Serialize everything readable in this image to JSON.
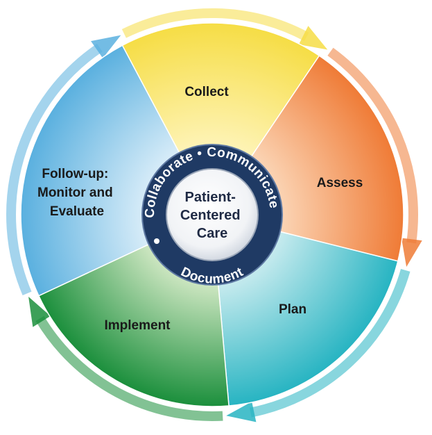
{
  "segments": [
    {
      "id": "collect",
      "label_lines": [
        "Collect"
      ],
      "color_inner": "#fff7c8",
      "color_outer": "#f6dd45"
    },
    {
      "id": "assess",
      "label_lines": [
        "Assess"
      ],
      "color_inner": "#fde2c8",
      "color_outer": "#ef7b36"
    },
    {
      "id": "plan",
      "label_lines": [
        "Plan"
      ],
      "color_inner": "#dff3f5",
      "color_outer": "#27b4c2"
    },
    {
      "id": "implement",
      "label_lines": [
        "Implement"
      ],
      "color_inner": "#e9f4d6",
      "color_outer": "#1b8f3c"
    },
    {
      "id": "follow-up",
      "label_lines": [
        "Follow-up:",
        "Monitor and",
        "Evaluate"
      ],
      "color_inner": "#eaf5fc",
      "color_outer": "#5ab0df"
    }
  ],
  "center": {
    "lines": [
      "Patient-",
      "Centered",
      "Care"
    ]
  },
  "ring": {
    "top_text": "Collaborate • Communicate •",
    "bottom_text": "Document",
    "color": "#1f3a64"
  }
}
